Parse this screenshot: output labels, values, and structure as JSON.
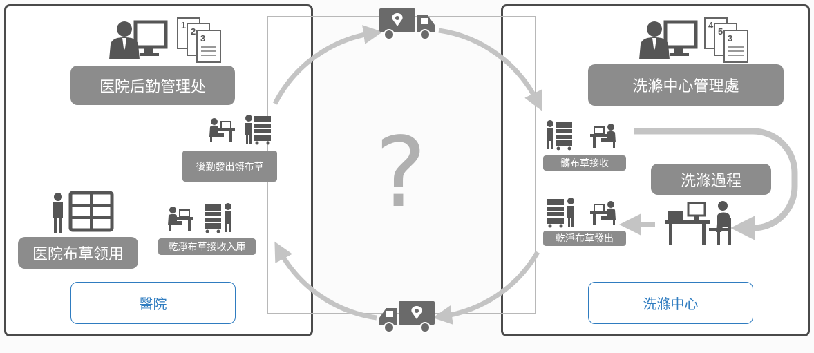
{
  "hospital": {
    "admin_title": "医院后勤管理处",
    "dispatch_label": "後勤發出髒布草",
    "collect_title": "医院布草领用",
    "receive_label": "乾淨布草接收入庫",
    "footer_button": "醫院"
  },
  "laundry": {
    "admin_title": "洗滌中心管理處",
    "receive_label": "髒布草接收",
    "process_title": "洗滌過程",
    "dispatch_label": "乾淨布草發出",
    "footer_button": "洗滌中心"
  },
  "center": {
    "question_mark": "?"
  },
  "documents": {
    "hospital_stack": [
      "1",
      "2",
      "3"
    ],
    "laundry_stack": [
      "4",
      "5",
      "3"
    ]
  },
  "colors": {
    "panel_border": "#4a4a4a",
    "label_bg": "#8c8c8c",
    "accent_blue": "#2f7cc0",
    "arrow_gray": "#c4c4c4"
  }
}
